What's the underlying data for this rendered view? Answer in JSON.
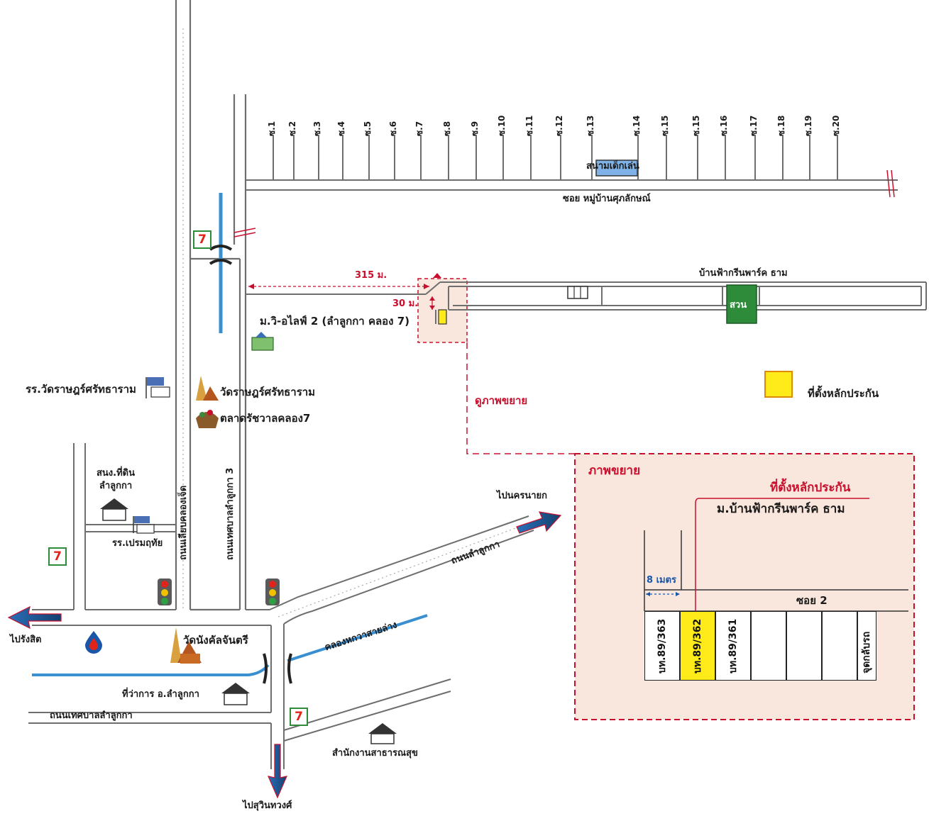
{
  "soi_numbers": [
    "ซ.1",
    "ซ.2",
    "ซ.3",
    "ซ.4",
    "ซ.5",
    "ซ.6",
    "ซ.7",
    "ซ.8",
    "ซ.9",
    "ซ.10",
    "ซ.11",
    "ซ.12",
    "ซ.13",
    "ซ.14",
    "ซ.15",
    "ซ.15",
    "ซ.16",
    "ซ.17",
    "ซ.18",
    "ซ.19",
    "ซ.20"
  ],
  "labels": {
    "playground": "สนามเด็กเล่น",
    "soi_village": "ซอย หมู่บ้านศุภลักษณ์",
    "distance_315": "315 ม.",
    "distance_30": "30 ม.",
    "project_name": "บ้านฟ้ากรีนพาร์ค ธาม",
    "park": "สวน",
    "vi_life": "ม.วิ-อไลฟ์ 2 (ลำลูกกา คลอง 7)",
    "school_wat": "รร.วัดราษฎร์ศรัทธาราม",
    "wat_rat": "วัดราษฎร์ศรัทธาราม",
    "market": "ตลาดรัชวาลคลอง7",
    "see_zoom": "ดูภาพขยาย",
    "legend_collateral": "ที่ตั้งหลักประกัน",
    "police": "สนง.ที่ดิน ลำลูกกา",
    "school_prem": "รร.เปรมฤทัย",
    "road_liap": "ถนนเลียบคลองเจ็ด",
    "road_muni3": "ถนนเทศบาลลำลูกกา 3",
    "to_nakhon_nayok": "ไปนครนายก",
    "road_lamlukka": "ถนนลำลูกกา",
    "to_rangsit": "ไปรังสิต",
    "wat_nang": "วัดนังคัลจันตรี",
    "canal": "คลองหกวาสายล่าง",
    "district_office": "ที่ว่าการ อ.ลำลูกกา",
    "road_muni": "ถนนเทศบาลลำลูกกา",
    "health_office": "สำนักงานสาธารณสุข",
    "to_suwinthawong": "ไปสุวินทวงศ์"
  },
  "zoom_box": {
    "title": "ภาพขยาย",
    "pointer_label": "ที่ตั้งหลักประกัน",
    "village": "ม.บ้านฟ้ากรีนพาร์ค ธาม",
    "width_label": "8 เมตร",
    "soi": "ซอย 2",
    "plots": [
      "บท.89/363",
      "บท.89/362",
      "บท.89/361",
      "",
      "",
      "",
      "จุดกลับรถ"
    ],
    "highlight_index": 1
  },
  "colors": {
    "road": "#6e6e6e",
    "water": "#3a8fd0",
    "red": "#c8102e",
    "highlight": "#ffea1a",
    "park": "#2e8b3a",
    "zoom_fill": "#f9e6dc"
  }
}
